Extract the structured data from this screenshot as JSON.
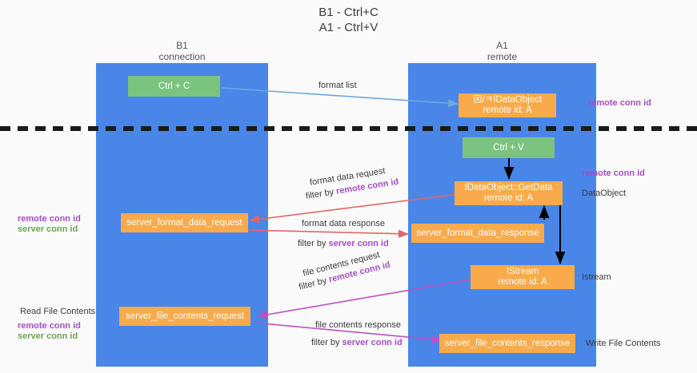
{
  "diagram": {
    "title_line1": "B1 - Ctrl+C",
    "title_line2": "A1 - Ctrl+V",
    "lanes": [
      {
        "name": "B1",
        "sub": "connection"
      },
      {
        "name": "A1",
        "sub": "remote"
      }
    ],
    "boxes": {
      "ctrl_c": "Ctrl + C",
      "ctrl_v": "Ctrl + V",
      "idataobject_l1": "⊠/ㅋIDataObject",
      "idataobject_l2": "remote id: A",
      "getdata_l1": "IDataObject::GetData",
      "getdata_l2": "remote id: A",
      "istream_l1": "IStream",
      "istream_l2": "remote id: A",
      "server_format_data_request": "server_format_data_request",
      "server_format_data_response": "server_format_data_response",
      "server_file_contents_request": "server_file_contents_request",
      "server_file_contents_response": "server_file_contents_response"
    },
    "edge_labels": {
      "format_list": "format list",
      "format_data_request": "format data request",
      "format_data_request_filter_pre": "filter by ",
      "format_data_request_filter_key": "remote conn id",
      "format_data_response": "format data response",
      "format_data_response_filter_pre": "filter by ",
      "format_data_response_filter_key": "server conn id",
      "file_contents_request": "file contents request",
      "file_contents_request_filter_pre": "filter by ",
      "file_contents_request_filter_key": "remote conn id",
      "file_contents_response": "file contents response",
      "file_contents_response_filter_pre": "filter by ",
      "file_contents_response_filter_key": "server conn id"
    },
    "annotations": {
      "right_remote_conn_id_top": "remote conn id",
      "right_remote_conn_id_mid": "remote conn id",
      "right_dataobject": "DataObject",
      "right_istream": "Istream",
      "right_write_file_contents": "Write File Contents",
      "left_read_file_contents": "Read File Contents",
      "left_remote_conn_id_mid": "remote conn id",
      "left_server_conn_id_mid": "server conn id",
      "left_remote_conn_id_bot": "remote conn id",
      "left_server_conn_id_bot": "server conn id"
    },
    "colors": {
      "lane": "#4a86e8",
      "green_box": "#7bc47f",
      "orange_box": "#f9aa4b",
      "purple_text": "#a64ec4",
      "green_text": "#6aa84f",
      "arrow_blue": "#6fa8dc",
      "arrow_red": "#e06666",
      "arrow_magenta": "#c04fc0",
      "arrow_black": "#000000",
      "divider": "#1a1a1a",
      "background": "#fafafa"
    }
  }
}
